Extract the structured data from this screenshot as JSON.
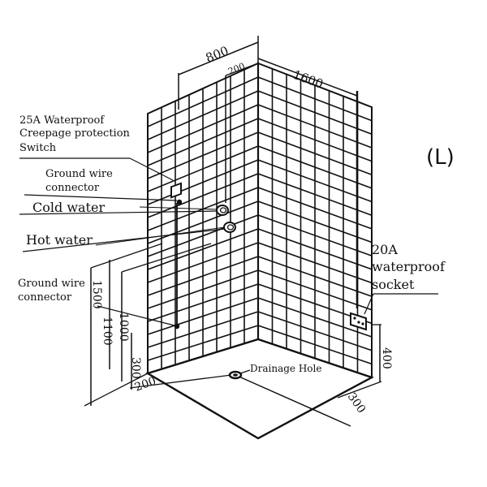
{
  "orientation_label": "(L)",
  "labels": {
    "switch_line1": "25A Waterproof",
    "switch_line2": "Creepage protection",
    "switch_line3": "Switch",
    "ground_top_line1": "Ground wire",
    "ground_top_line2": "connector",
    "cold_water": "Cold water",
    "hot_water": "Hot water",
    "ground_bottom_line1": "Ground wire",
    "ground_bottom_line2": "connector",
    "socket_line1": "20A",
    "socket_line2": "waterproof",
    "socket_line3": "socket",
    "drainage_hole": "Drainage Hole"
  },
  "dimensions": {
    "d800": "800",
    "d200_top": "200",
    "d1600": "1600",
    "d1500": "1500",
    "d1100": "1100",
    "d1000": "1000",
    "d300_left": "300",
    "d200_floor": "200",
    "d300_floor": "300",
    "d400_right": "400"
  }
}
